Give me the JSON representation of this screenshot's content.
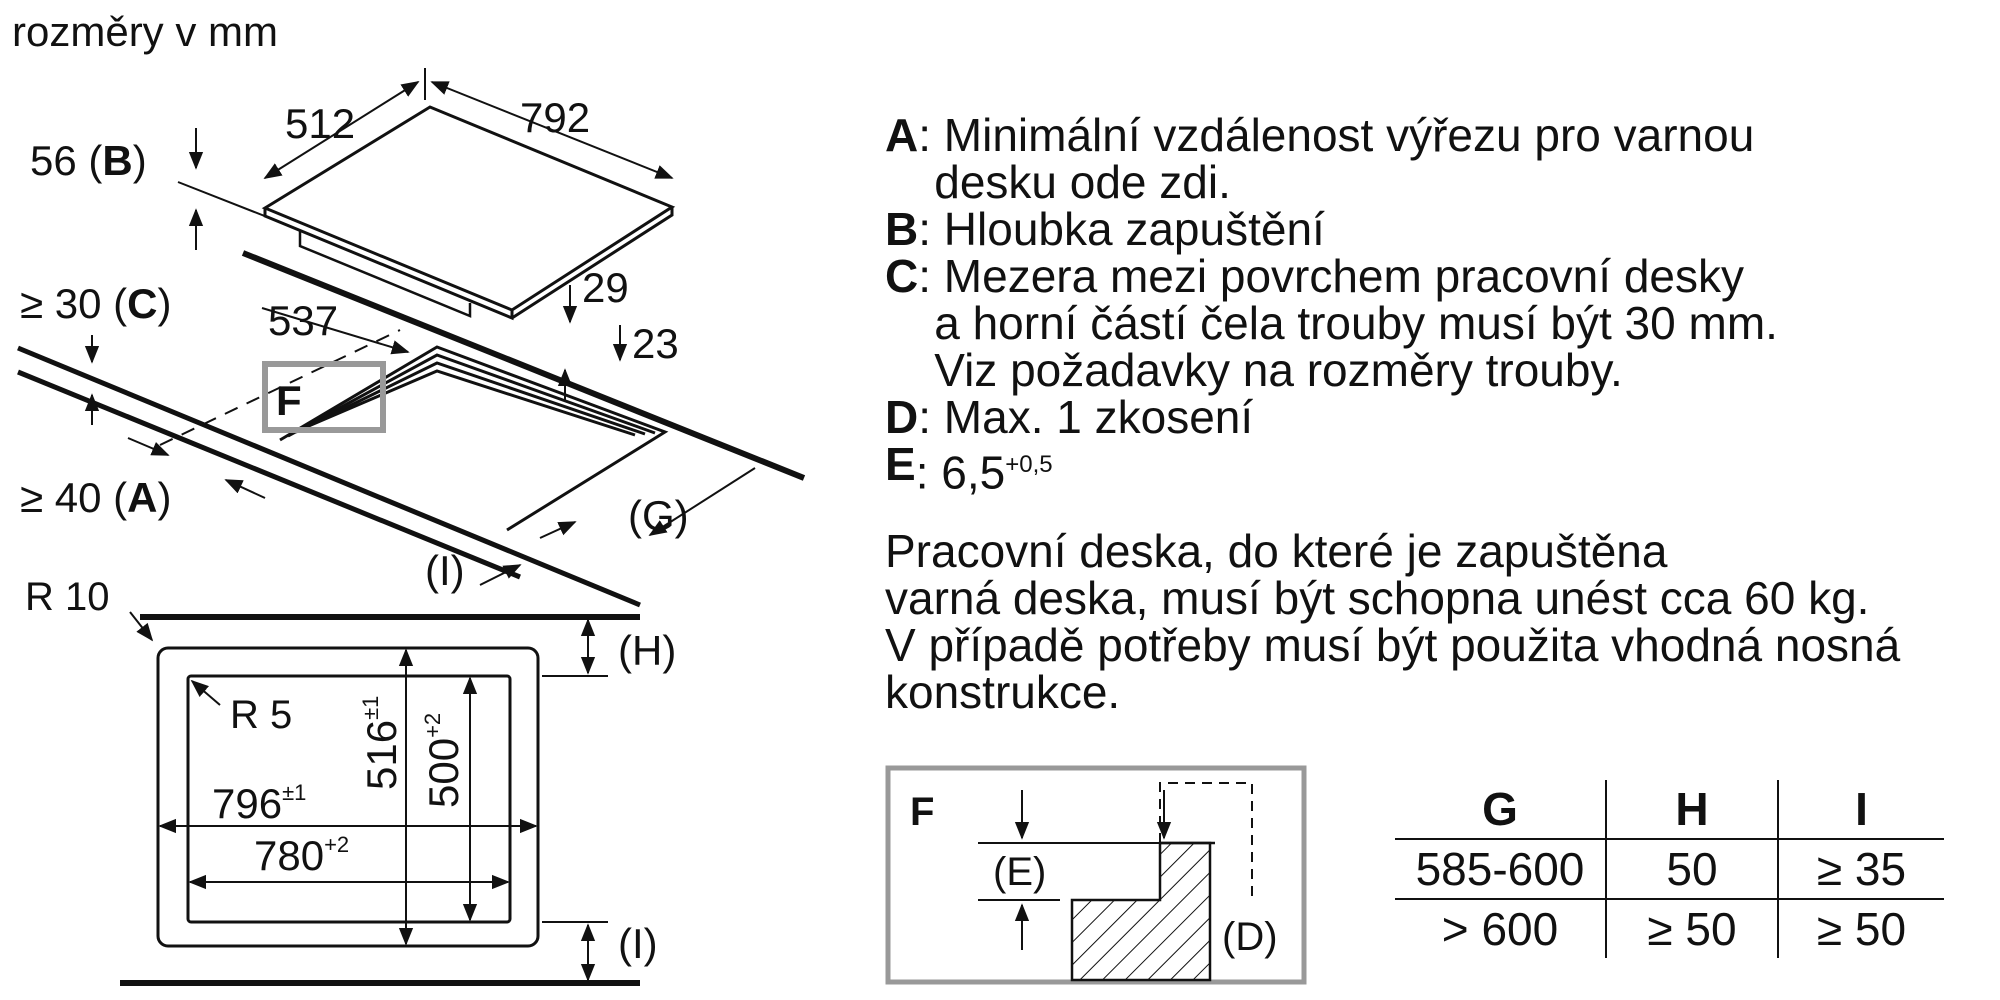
{
  "units_label": "rozměry v mm",
  "drawing": {
    "dim_512": "512",
    "dim_792": "792",
    "dim_b": "56 (",
    "b_letter": "B",
    "dim_b_close": ")",
    "dim_c": "≥ 30 (",
    "c_letter": "C",
    "dim_c_close": ")",
    "dim_537": "537",
    "dim_29": "29",
    "dim_23": "23",
    "label_f": "F",
    "dim_a": "≥ 40 (",
    "a_letter": "A",
    "dim_a_close": ")",
    "label_g": "(G)",
    "label_i_top": "(I)",
    "r10": "R 10",
    "r5": "R 5",
    "dim_796": "796",
    "tol_796": "±1",
    "dim_780": "780",
    "tol_780": "+2",
    "dim_516": "516",
    "tol_516": "±1",
    "dim_500": "500",
    "tol_500": "+2",
    "label_h": "(H)",
    "label_i_bottom": "(I)"
  },
  "detail_f": {
    "title": "F",
    "label_e": "(E)",
    "label_d": "(D)"
  },
  "notes": [
    {
      "key": "A",
      "lines": [
        ": Minimální vzdálenost výřezu pro varnou",
        "desku ode zdi."
      ]
    },
    {
      "key": "B",
      "lines": [
        ": Hloubka zapuštění"
      ]
    },
    {
      "key": "C",
      "lines": [
        ": Mezera mezi povrchem pracovní desky",
        "a horní částí čela trouby musí být 30 mm.",
        "Viz požadavky na rozměry trouby."
      ]
    },
    {
      "key": "D",
      "lines": [
        ": Max. 1 zkosení"
      ]
    },
    {
      "key": "E",
      "lines": [
        ": 6,5"
      ],
      "sup": "+0,5"
    }
  ],
  "paragraph": [
    "Pracovní deska, do které je zapuštěna",
    "varná deska, musí být schopna unést cca 60 kg.",
    "V případě potřeby musí být použita vhodná nosná",
    "konstrukce."
  ],
  "table": {
    "headers": [
      "G",
      "H",
      "I"
    ],
    "rows": [
      [
        "585-600",
        "50",
        "≥ 35"
      ],
      [
        "> 600",
        "≥ 50",
        "≥ 50"
      ]
    ]
  }
}
